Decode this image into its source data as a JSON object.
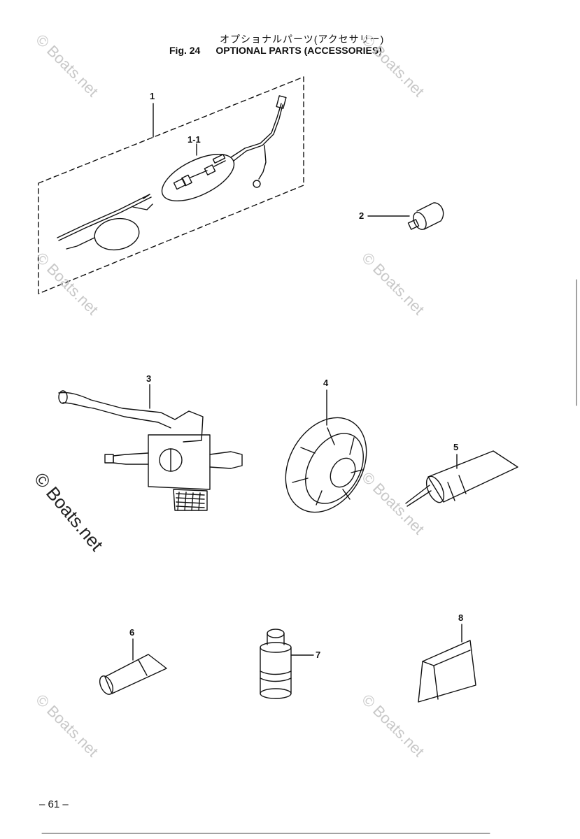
{
  "header": {
    "title_jp": "オプショナルパーツ(アクセサリー)",
    "fig_label": "Fig. 24",
    "title_en": "OPTIONAL PARTS (ACCESSORIES)"
  },
  "callouts": {
    "c1": "1",
    "c1_1": "1-1",
    "c2": "2",
    "c3": "3",
    "c4": "4",
    "c5": "5",
    "c6": "6",
    "c7": "7",
    "c8": "8"
  },
  "watermark": {
    "text": "© Boats.net"
  },
  "footer": {
    "page_number": "– 61 –"
  }
}
